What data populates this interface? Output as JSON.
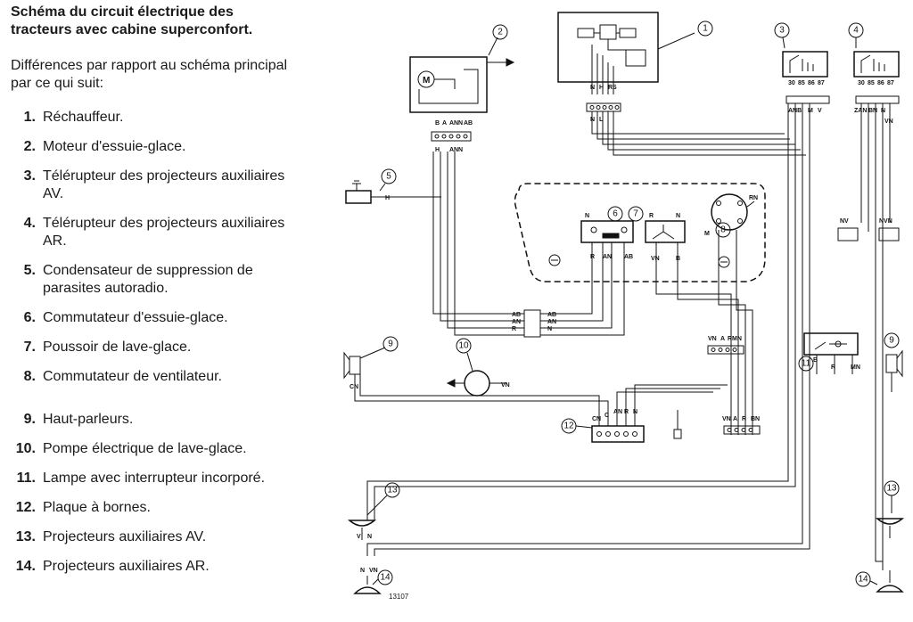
{
  "legend": {
    "title": "Schéma du circuit électrique des tracteurs avec cabine superconfort.",
    "intro": "Différences par rapport au schéma principal par ce qui suit:",
    "items": [
      {
        "num": "1.",
        "label": "Réchauffeur."
      },
      {
        "num": "2.",
        "label": "Moteur d'essuie-glace."
      },
      {
        "num": "3.",
        "label": "Télérupteur des projecteurs auxiliaires AV."
      },
      {
        "num": "4.",
        "label": "Télérupteur des projecteurs auxiliaires AR."
      },
      {
        "num": "5.",
        "label": "Condensateur de suppression de parasites autoradio."
      },
      {
        "num": "6.",
        "label": "Commutateur d'essuie-glace."
      },
      {
        "num": "7.",
        "label": "Poussoir de lave-glace."
      },
      {
        "num": "8.",
        "label": "Commutateur de ventilateur."
      },
      {
        "num": "9.",
        "label": "Haut-parleurs."
      },
      {
        "num": "10.",
        "label": "Pompe électrique de lave-glace."
      },
      {
        "num": "11.",
        "label": "Lampe avec interrupteur incorporé."
      },
      {
        "num": "12.",
        "label": "Plaque à bornes."
      },
      {
        "num": "13.",
        "label": "Projecteurs auxiliaires AV."
      },
      {
        "num": "14.",
        "label": "Projecteurs auxiliaires AR."
      }
    ]
  },
  "diagram": {
    "callouts": {
      "c1": "1",
      "c2": "2",
      "c3": "3",
      "c4": "4",
      "c5": "5",
      "c6": "6",
      "c7": "7",
      "c8": "8",
      "c9a": "9",
      "c9b": "9",
      "c10": "10",
      "c11": "11",
      "c12": "12",
      "c13a": "13",
      "c13b": "13",
      "c14a": "14",
      "c14b": "14"
    },
    "wire_labels": {
      "w1_n": "N",
      "w1_h": "H",
      "w1_rs": "RS",
      "w1_l": "L",
      "w2_b": "B",
      "w2_a": "A",
      "w2_an": "AN",
      "w2_n": "N",
      "w2_ab": "AB",
      "w2_h": "H",
      "w3_30": "30",
      "w3_85": "85",
      "w3_86": "86",
      "w3_87": "87",
      "w3_anb": "ANB",
      "w3_m": "M",
      "w3_v": "V",
      "w4_30": "30",
      "w4_85": "85",
      "w4_86": "86",
      "w4_87": "87",
      "w4_zan": "ZAN",
      "w4_bn": "BN",
      "w4_n": "N",
      "w4_vn": "VN",
      "w5_h": "H",
      "w6_r": "R",
      "w6_an": "AN",
      "w6_ab": "AB",
      "w7_vn": "VN",
      "w7_b": "B",
      "w8_rn": "RN",
      "w8_m": "M",
      "w10_vn": "VN",
      "w11_b": "B",
      "w11_r": "R",
      "w11_mn": "MN",
      "w12_cn": "CN",
      "w12_c": "C",
      "w12_an": "AN",
      "w12_r": "R",
      "w12_n": "N",
      "w9_cn": "CN",
      "w13_v": "V",
      "w13_n": "N",
      "w14_n": "N",
      "w14_vn": "VN",
      "nv": "NV",
      "nvn": "NVN",
      "conn_vn": "VN",
      "conn_a": "A",
      "conn_rmn": "RMN",
      "conn2_vn": "VN",
      "conn2_a": "A",
      "conn2_r": "R",
      "conn2_bn": "BN"
    },
    "figure_number": "13107"
  },
  "colors": {
    "ink": "#111111",
    "paper": "#ffffff"
  }
}
